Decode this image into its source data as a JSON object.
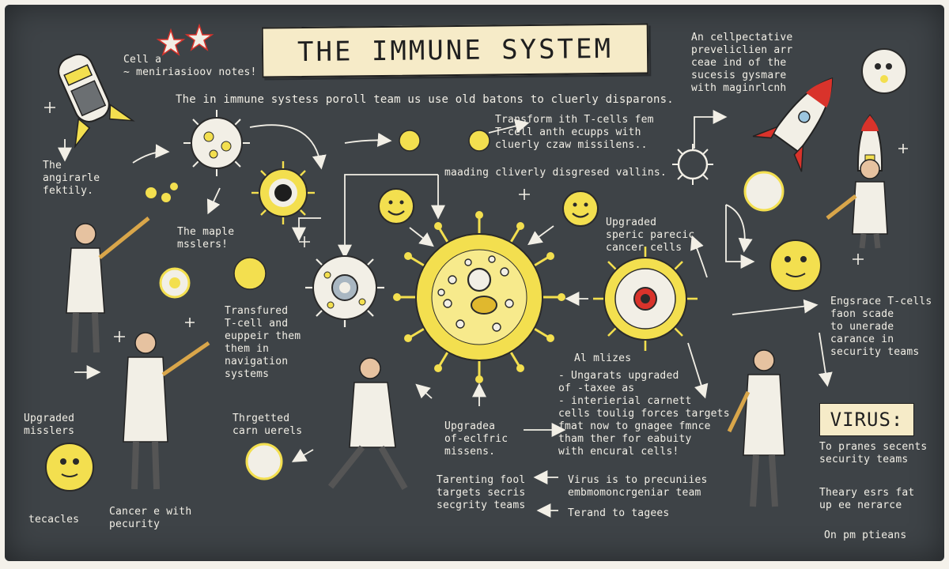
{
  "title": "THE IMMUNE SYSTEM",
  "virus_label": "VIRUS:",
  "notes": {
    "cell_notes": "Cell a\n~ meniriasioov notes!",
    "intro": "The in immune systess poroll team us use old batons to cluerly disparons.",
    "top_right": "An cellpectative\npreveliclien arr\nceae ind of the\nsucesis gysmare\nwith maginrlcnh",
    "transform": "Transform ith T-cells fem\nT-cell anth ecupps with\ncluerly czaw missilens..",
    "masking": "maading cliverly disgresed vallins.",
    "left_mid": "The\nangirarle\nfektily.",
    "maple": "The maple\nmsslers!",
    "upgraded_cancer": "Upgraded\nsperic parecic\ncancer cells",
    "transfered": "Transfured\nT-cell and\neuppeir them\nthem in\nnavigation\nsystems",
    "engrace": "Engsrace T-cells\nfaon scade\nto unerade\ncarance in\nsecurity teams",
    "upgraded_missiles": "Upgraded\nmisslers",
    "targeted": "Thrgetted\ncarn uerels",
    "ai_miles": "Al mlizes",
    "ungarats": "- Ungarats upgraded\n  of -taxee      as\n- interierial carnett\n  cells toulig forces targets\n  fmat now to gnagee fmnce\n  tham ther for eabuity\n  with encural cells!",
    "upgradea_eclfric": "Upgradea\nof-eclfric\nmissens.",
    "tarenting": "Tarenting fool\ntargets secris\nsecgrity teams",
    "virus_precuniies": "Virus is to precuniies\nembmomoncrgeniar team",
    "terand": "Terand to tagees",
    "to_pranes": "To pranes secents\nsecurity teams",
    "theary": "Theary esrs fat\nup ee nerarce",
    "on_pm": "On pm ptieans",
    "cancer_with": "Cancer e with\npecurity",
    "tecacles": "tecacles"
  },
  "colors": {
    "board": "#3e4347",
    "chalk": "#f2efe6",
    "cell_yellow": "#f3df4f",
    "banner": "#f6ebc8",
    "rocket_red": "#d9332b"
  }
}
